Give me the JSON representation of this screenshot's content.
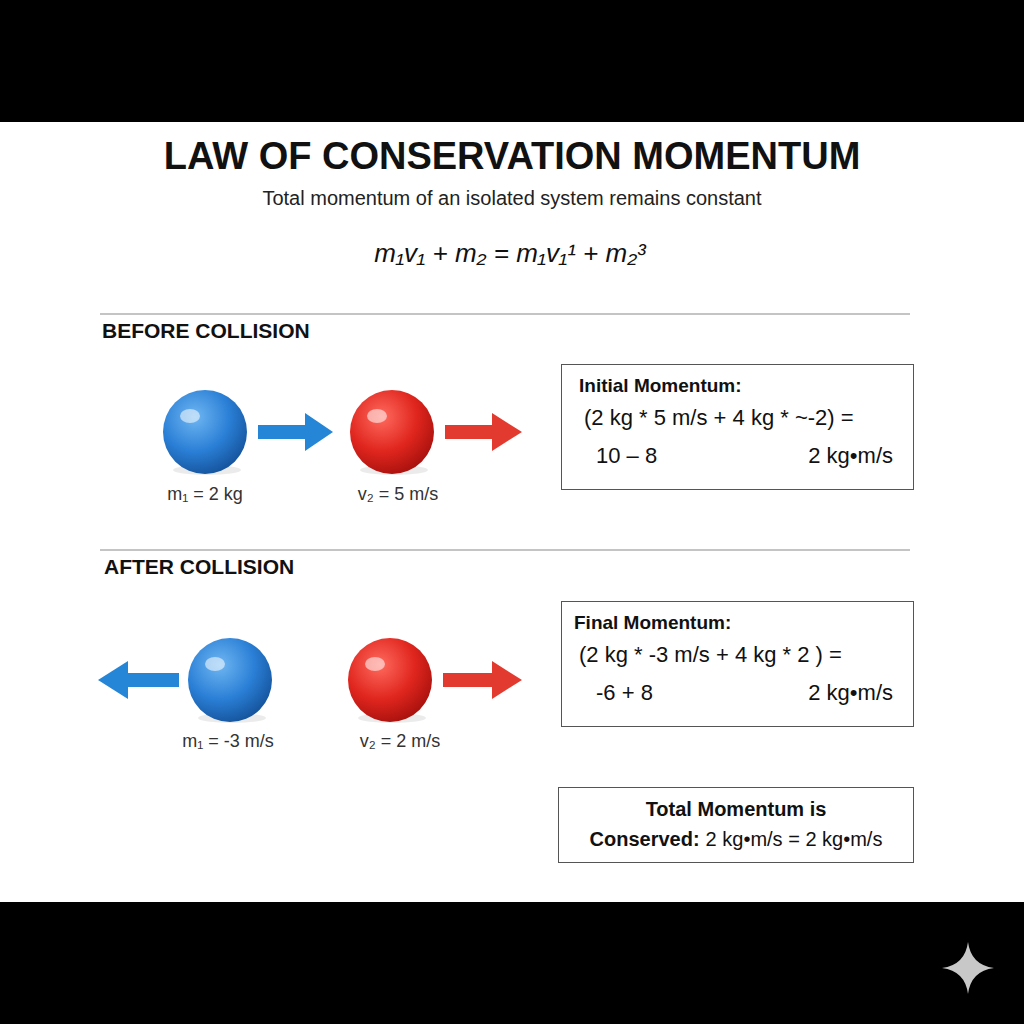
{
  "diagram": {
    "title": "LAW OF CONSERVATION MOMENTUM",
    "nodes": [
      {
        "text": [
          "Initial Momentum:",
          "(2 kg * 5 m/s + 4 kg * ~-2) =",
          "10 – 8",
          "2 kg•m/s"
        ]
      },
      {
        "text": [
          "Final Momentum:",
          "(2 kg * -3 m/s + 4 kg * 2 ) =",
          "-6 + 8",
          "2 kg•m/s"
        ]
      },
      {
        "text": [
          "Total Momentum is",
          "Conserved:",
          "2 kg•m/s = 2 kg•m/s"
        ]
      }
    ],
    "labels": [
      "Total momentum of an isolated system remains constant",
      "m₁v₁ + m₂ = m₁v₁¹ + m₂³",
      "BEFORE COLLISION",
      "m₁ = 2 kg",
      "v₂ = 5 m/s",
      "AFTER COLLISION",
      "m₁ = -3 m/s",
      "v₂ = 2 m/s"
    ]
  }
}
